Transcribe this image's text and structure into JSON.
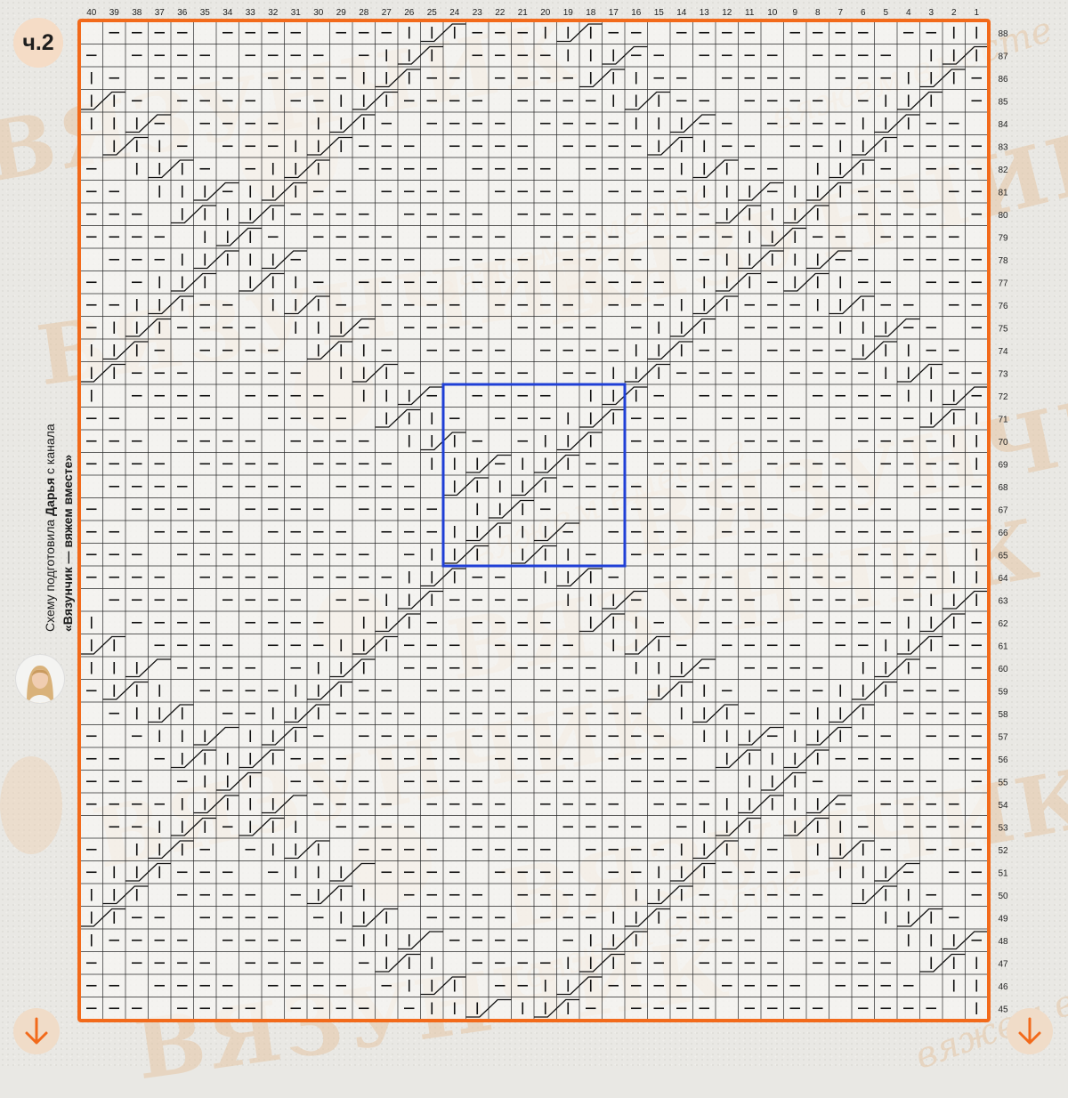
{
  "part_label": "ч.2",
  "credit": {
    "line1_prefix": "Схему подготовила",
    "author": "Дарья",
    "line1_suffix": "с канала",
    "channel": "«Вязунчик — вяжем вместе»"
  },
  "watermark": {
    "brand": "ВЯЗУНЧИК",
    "slogan": "вяжем вместе"
  },
  "colors": {
    "frame": "#f26a1b",
    "highlight": "#1f3fd6",
    "grid": "#2a2a2a",
    "cell_bg": "#f7f6f3",
    "symbol": "#111111"
  },
  "icons": {
    "down_arrow_left": "arrow-down-icon",
    "down_arrow_right": "arrow-down-icon",
    "avatar": "author-avatar"
  },
  "chart_data": {
    "type": "table",
    "columns": [
      40,
      39,
      38,
      37,
      36,
      35,
      34,
      33,
      32,
      31,
      30,
      29,
      28,
      27,
      26,
      25,
      24,
      23,
      22,
      21,
      20,
      19,
      18,
      17,
      16,
      15,
      14,
      13,
      12,
      11,
      10,
      9,
      8,
      7,
      6,
      5,
      4,
      3,
      2,
      1
    ],
    "rows": [
      88,
      87,
      86,
      85,
      84,
      83,
      82,
      81,
      80,
      79,
      78,
      77,
      76,
      75,
      74,
      73,
      72,
      71,
      70,
      69,
      68,
      67,
      66,
      65,
      64,
      63,
      62,
      61,
      60,
      59,
      58,
      57,
      56,
      55,
      54,
      53,
      52,
      51,
      50,
      49,
      48,
      47,
      46,
      45
    ],
    "symbols": {
      "purl": "—",
      "knit_twisted": "|"
    },
    "highlight_repeat": {
      "col_from": 24,
      "col_to": 17,
      "row_from": 72,
      "row_to": 65
    }
  }
}
